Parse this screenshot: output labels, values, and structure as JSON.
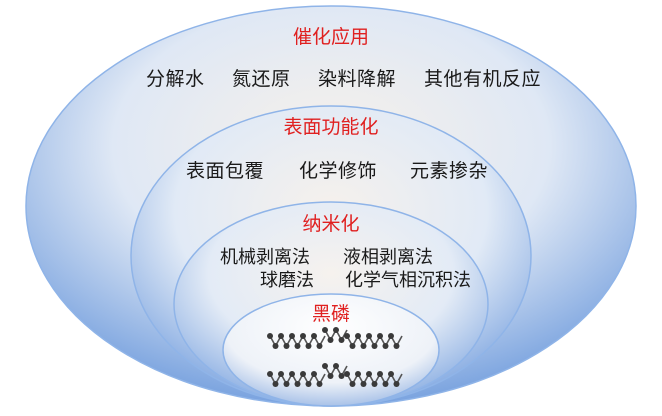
{
  "layers": [
    {
      "title": "催化应用",
      "items": [
        "分解水",
        "氮还原",
        "染料降解",
        "其他有机反应"
      ]
    },
    {
      "title": "表面功能化",
      "items": [
        "表面包覆",
        "化学修饰",
        "元素掺杂"
      ]
    },
    {
      "title": "纳米化",
      "items": [
        "机械剥离法",
        "液相剥离法",
        "球磨法",
        "化学气相沉积法"
      ]
    },
    {
      "title": "黑磷",
      "items": []
    }
  ],
  "colors": {
    "title": "#e02020",
    "text": "#1a1a1a",
    "ellipse_edge": "#8fb4e8",
    "ellipse_fill": "#cfe0f6"
  },
  "icons": [
    "black-phosphorus-lattice-icon"
  ]
}
